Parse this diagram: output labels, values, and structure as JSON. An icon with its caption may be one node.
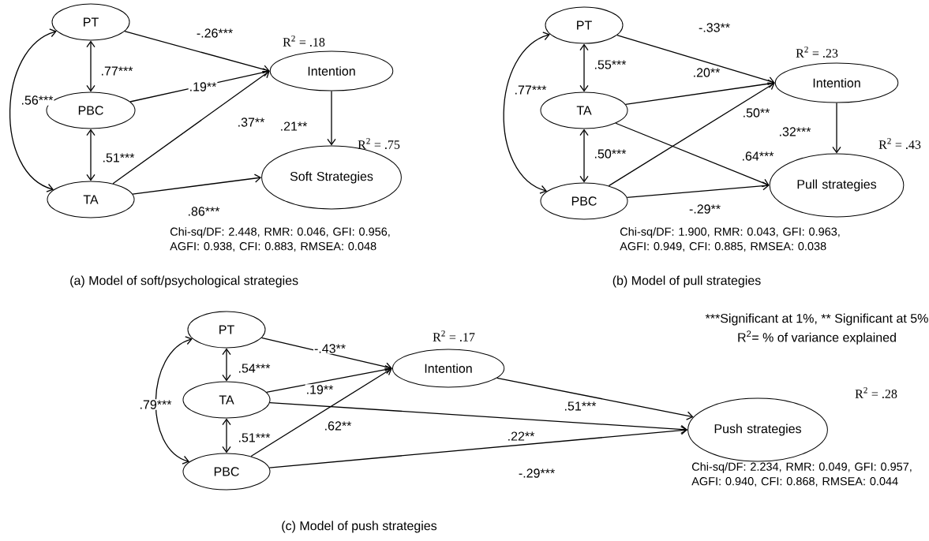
{
  "diagram": {
    "nodes": [
      {
        "text": [
          "PT"
        ]
      },
      {
        "text": [
          "PBC"
        ]
      },
      {
        "text": [
          "TA"
        ]
      },
      {
        "text": [
          "Intention"
        ],
        "beside": [
          "R$^{2}$ = .18"
        ]
      },
      {
        "text": [
          "Soft Strategies"
        ],
        "beside": [
          "R$^{2}$ = .75"
        ]
      },
      {
        "text": [
          "PT"
        ]
      },
      {
        "text": [
          "TA"
        ]
      },
      {
        "text": [
          "PBC"
        ]
      },
      {
        "text": [
          "Intention"
        ],
        "beside": [
          "R$^{2}$ = .23"
        ]
      },
      {
        "text": [
          "Pull strategies"
        ],
        "beside": [
          "R$^{2}$ = .43"
        ]
      },
      {
        "text": [
          "PT"
        ]
      },
      {
        "text": [
          "TA"
        ]
      },
      {
        "text": [
          "PBC"
        ]
      },
      {
        "text": [
          "Intention"
        ],
        "beside": [
          "R$^{2}$ = .17"
        ]
      },
      {
        "text": [
          "Push strategies"
        ],
        "beside": [
          "R$^{2}$ = .28"
        ]
      }
    ],
    "edges": [
      {
        "from": 0,
        "to": 3,
        "arrow": "to",
        "label": "-.26***"
      },
      {
        "from": 1,
        "to": 3,
        "arrow": "to",
        "label": ".19**"
      },
      {
        "from": 2,
        "to": 3,
        "arrow": "to",
        "label": ".37**"
      },
      {
        "from": 2,
        "to": 4,
        "arrow": "to",
        "label": ".86***"
      },
      {
        "from": 3,
        "to": 4,
        "arrow": "to",
        "label": ".21**"
      },
      {
        "from": 0,
        "to": 1,
        "arrow": "both",
        "label": ".77***"
      },
      {
        "from": 1,
        "to": 2,
        "arrow": "both",
        "label": ".51***"
      },
      {
        "from": 0,
        "to": 2,
        "arrow": "both",
        "label": ".56***"
      },
      {
        "from": 5,
        "to": 8,
        "arrow": "to",
        "label": "-.33**"
      },
      {
        "from": 6,
        "to": 8,
        "arrow": "to",
        "label": ".20**"
      },
      {
        "from": 7,
        "to": 8,
        "arrow": "to",
        "label": ".50**"
      },
      {
        "from": 6,
        "to": 9,
        "arrow": "to",
        "label": ".64***"
      },
      {
        "from": 7,
        "to": 9,
        "arrow": "to",
        "label": "-.29**"
      },
      {
        "from": 8,
        "to": 9,
        "arrow": "to",
        "label": ".32***"
      },
      {
        "from": 5,
        "to": 6,
        "arrow": "both",
        "label": ".55***"
      },
      {
        "from": 6,
        "to": 7,
        "arrow": "both",
        "label": ".50***"
      },
      {
        "from": 5,
        "to": 7,
        "arrow": "both",
        "label": ".77***"
      },
      {
        "from": 10,
        "to": 13,
        "arrow": "to",
        "label": "-.43**"
      },
      {
        "from": 11,
        "to": 13,
        "arrow": "to",
        "label": ".19**"
      },
      {
        "from": 12,
        "to": 13,
        "arrow": "to",
        "label": ".62**"
      },
      {
        "from": 11,
        "to": 14,
        "arrow": "to",
        "label": ".22**"
      },
      {
        "from": 12,
        "to": 14,
        "arrow": "to",
        "label": "-.29***"
      },
      {
        "from": 13,
        "to": 14,
        "arrow": "to",
        "label": ".51***"
      },
      {
        "from": 10,
        "to": 11,
        "arrow": "both",
        "label": ".54***"
      },
      {
        "from": 11,
        "to": 12,
        "arrow": "both",
        "label": ".51***"
      },
      {
        "from": 10,
        "to": 12,
        "arrow": "both",
        "label": ".79***"
      }
    ],
    "labels": [
      "Chi-sq/DF: 2.448, RMR: 0.046, GFI: 0.956, AGFI: 0.938, CFI: 0.883, RMSEA: 0.048",
      "(a) Model of soft/psychological strategies",
      "Chi-sq/DF: 1.900, RMR: 0.043, GFI: 0.963, AGFI: 0.949, CFI: 0.885, RMSEA: 0.038",
      "(b) Model of pull strategies",
      "***Significant at 1%, ** Significant at 5%",
      "R$^{2}$= % of variance explained",
      "Chi-sq/DF: 2.234, RMR: 0.049, GFI: 0.957, AGFI: 0.940, CFI: 0.868, RMSEA: 0.044",
      "(c) Model of push strategies"
    ]
  }
}
